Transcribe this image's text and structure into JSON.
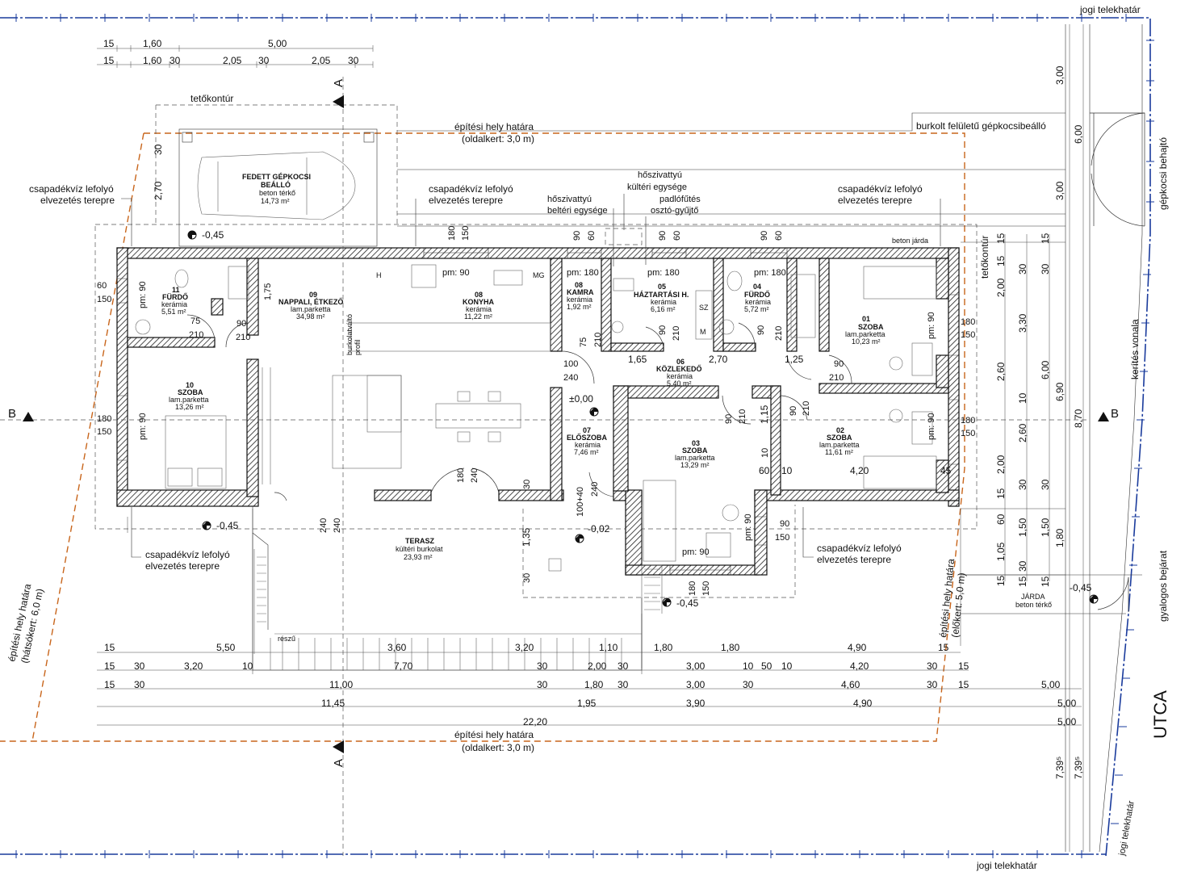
{
  "plot": {
    "lot_boundary": "jogi telekhatár",
    "building_area_top": "építési hely határa",
    "building_area_top_note": "(oldalkert: 3,0 m)",
    "building_area_bottom": "építési hely határa",
    "building_area_bottom_note": "(oldalkert: 3,0 m)",
    "building_area_left": "építési hely határa",
    "building_area_left_note": "(hátsókert: 6,0 m)",
    "building_area_right": "építési hely határa",
    "building_area_right_note": "(előkert: 5,0 m)",
    "roof_contour": "tetőkontúr",
    "roof_contour_right": "tetőkontúr",
    "street": "UTCA",
    "fence_line": "kerítés vonala",
    "car_gate": "gépkocsi behajtó",
    "pedestrian_entry": "gyalogos bejárat",
    "paved_parking": "burkolt felületű gépkocsibeálló",
    "sidewalk": "JÁRDA",
    "sidewalk_material": "beton térkő",
    "concrete_walkway": "beton járda",
    "section_a": "A",
    "section_b": "B"
  },
  "annotations": {
    "rainwater": "csapadékvíz lefolyó",
    "rainwater_2": "elvezetés terepre",
    "heat_pump_outdoor": "hőszivattyú",
    "heat_pump_outdoor_2": "kültéri egysége",
    "heat_pump_indoor": "hőszivattyú",
    "heat_pump_indoor_2": "beltéri egysége",
    "floor_heating": "padlófűtés",
    "floor_heating_2": "osztó-gyűjtő",
    "transition_profile": "burkolatváltó",
    "transition_profile_2": "profil",
    "partial": "részű",
    "appliance_h": "H",
    "appliance_mg": "MG",
    "appliance_sz": "SZ",
    "appliance_m": "M"
  },
  "levels": {
    "zero": "±0,00",
    "l1": "-0,45",
    "l2": "-0,45",
    "l3": "-0,45",
    "l4": "-0,45",
    "l5": "-0,02"
  },
  "rooms": [
    {
      "num": "01",
      "name": "SZOBA",
      "material": "lam.parketta",
      "area": "10,23 m²"
    },
    {
      "num": "02",
      "name": "SZOBA",
      "material": "lam.parketta",
      "area": "11,61 m²"
    },
    {
      "num": "03",
      "name": "SZOBA",
      "material": "lam.parketta",
      "area": "13,29 m²"
    },
    {
      "num": "04",
      "name": "FÜRDŐ",
      "material": "kerámia",
      "area": "5,72 m²"
    },
    {
      "num": "05",
      "name": "HÁZTARTÁSI H.",
      "material": "kerámia",
      "area": "6,16 m²"
    },
    {
      "num": "06",
      "name": "KÖZLEKEDŐ",
      "material": "kerámia",
      "area": "5,40 m²"
    },
    {
      "num": "07",
      "name": "ELŐSZOBA",
      "material": "kerámia",
      "area": "7,46 m²"
    },
    {
      "num": "08",
      "name": "KONYHA",
      "material": "kerámia",
      "area": "11,22 m²"
    },
    {
      "num": "08",
      "name": "KAMRA",
      "material": "kerámia",
      "area": "1,92 m²"
    },
    {
      "num": "09",
      "name": "NAPPALI, ÉTKEZŐ",
      "material": "lam.parketta",
      "area": "34,98 m²"
    },
    {
      "num": "10",
      "name": "SZOBA",
      "material": "lam.parketta",
      "area": "13,26 m²"
    },
    {
      "num": "11",
      "name": "FÜRDŐ",
      "material": "kerámia",
      "area": "5,51 m²"
    }
  ],
  "carport": {
    "name": "FEDETT GÉPKOCSI",
    "name_2": "BEÁLLÓ",
    "material": "beton térkő",
    "area": "14,73 m²"
  },
  "terrace": {
    "name": "TERASZ",
    "material": "kültéri burkolat",
    "area": "23,93 m²"
  },
  "dims_top": {
    "r1": [
      "15",
      "1,60",
      "5,00"
    ],
    "r2": [
      "15",
      "1,60",
      "30",
      "2,05",
      "30",
      "2,05",
      "30"
    ]
  },
  "dims_bottom": {
    "r1": [
      "15",
      "5,50",
      "3,60",
      "3,20",
      "1,10",
      "1,80",
      "1,80",
      "4,90",
      "15"
    ],
    "r2": [
      "15",
      "30",
      "3,20",
      "10",
      "7,70",
      "30",
      "2,00",
      "30",
      "3,00",
      "10",
      "50",
      "10",
      "4,20",
      "30",
      "15"
    ],
    "r3": [
      "15",
      "30",
      "11,00",
      "30",
      "1,80",
      "30",
      "3,00",
      "30",
      "4,60",
      "30",
      "15",
      "5,00"
    ],
    "r4": [
      "11,45",
      "1,95",
      "3,90",
      "4,90",
      "5,00"
    ],
    "r5": [
      "22,20",
      "5,00"
    ]
  },
  "dims_right": {
    "c1": [
      "15",
      "15",
      "2,00",
      "2,60",
      "2,00",
      "15",
      "60",
      "1,05",
      "15"
    ],
    "c2": [
      "30",
      "3,30",
      "10",
      "2,60",
      "30",
      "1,50",
      "30",
      "15"
    ],
    "c3": [
      "15",
      "30",
      "6,00",
      "30",
      "1,50",
      "15"
    ],
    "c4": [
      "6,90",
      "1,80"
    ],
    "c5": [
      "3,00",
      "6,00",
      "3,00",
      "8,70",
      "7,39⁵",
      "7,39⁵"
    ]
  },
  "openings": {
    "pm90": "pm: 90",
    "pm180": "pm: 180",
    "w180": "180",
    "w150": "150",
    "w90": "90",
    "w60": "60",
    "w210": "210",
    "w75": "75",
    "w240": "240",
    "w100": "100",
    "w100_40": "100+40",
    "w1_75": "1,75",
    "w1_65": "1,65",
    "w2_70": "2,70",
    "w1_25": "1,25",
    "w1_15": "1,15",
    "w60b": "60",
    "w10": "10",
    "w4_20": "4,20",
    "w45": "45",
    "w1_35": "1,35",
    "w30": "30",
    "w2_70v": "2,70",
    "w30v": "30"
  }
}
